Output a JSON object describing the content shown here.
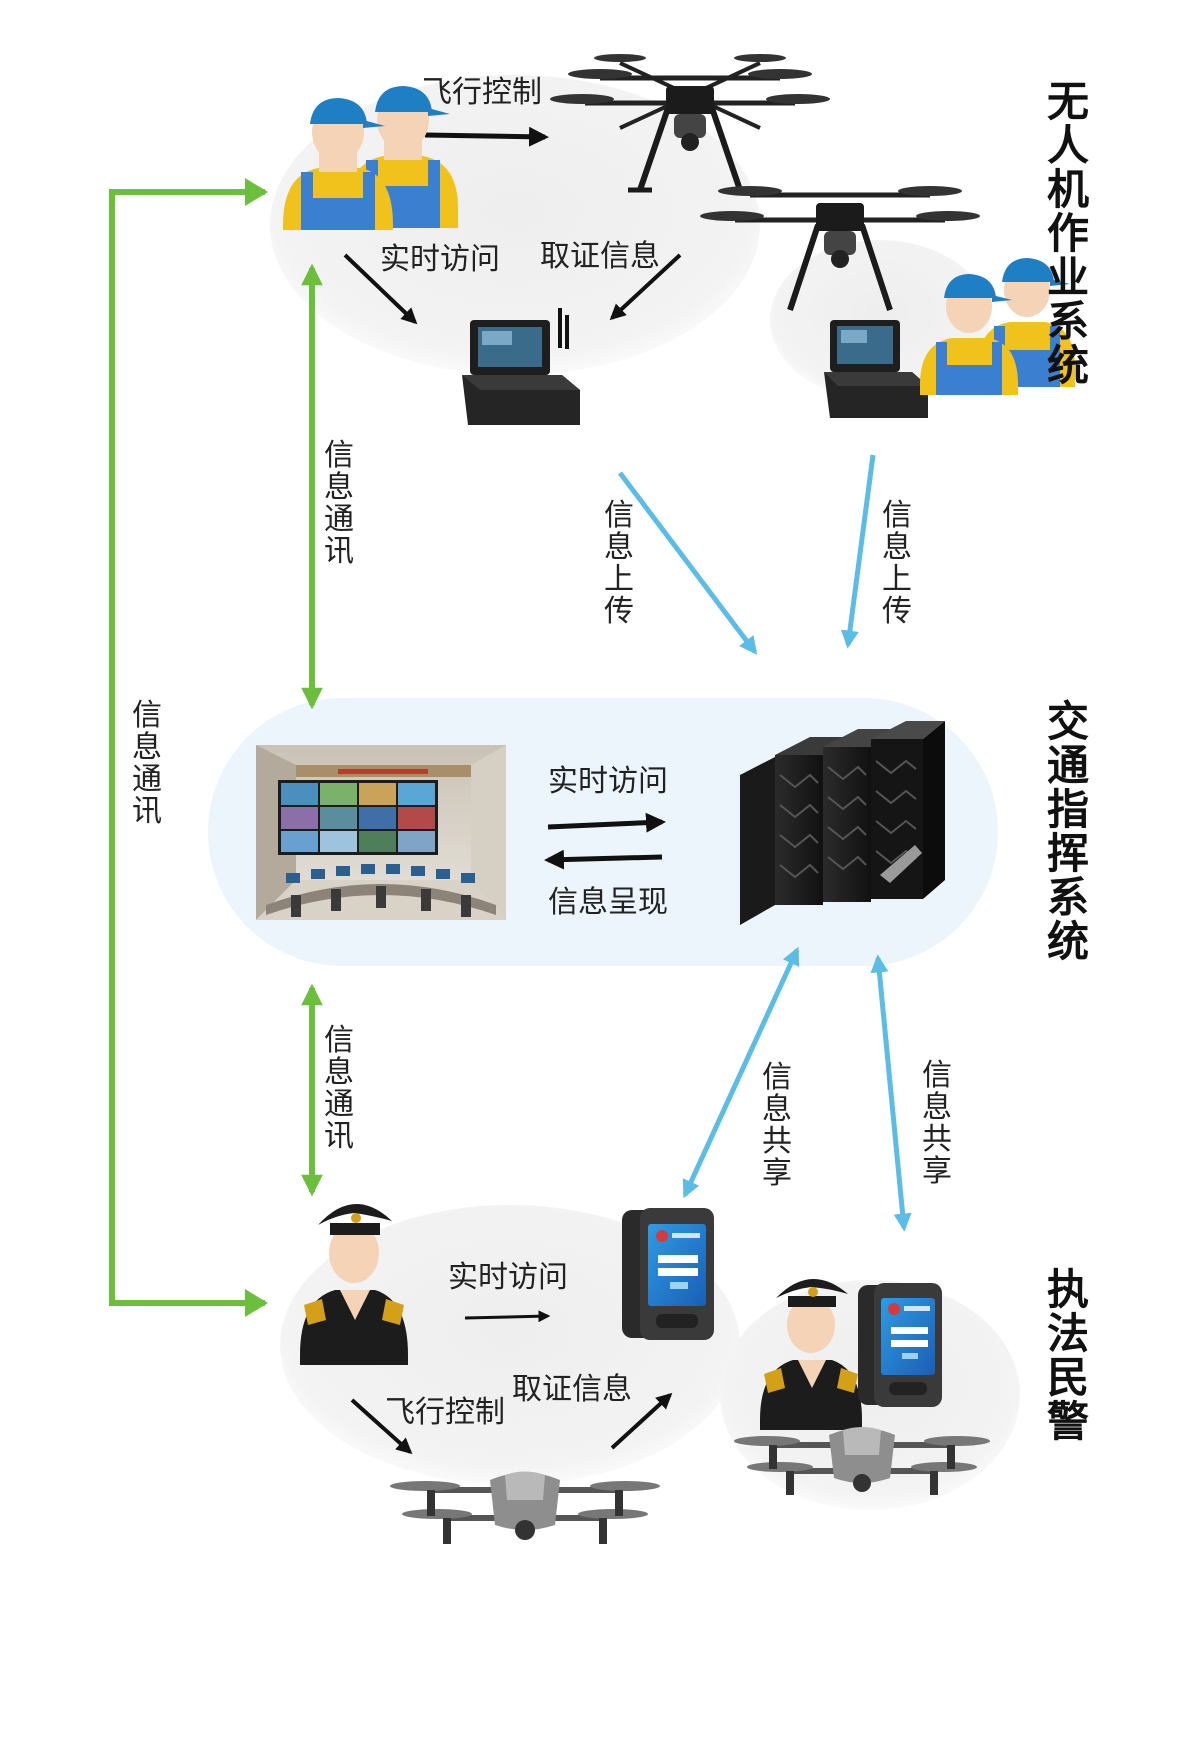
{
  "sections": {
    "uav": {
      "title": "无人机作业系统"
    },
    "command": {
      "title": "交通指挥系统"
    },
    "police": {
      "title": "执法民警"
    }
  },
  "labels": {
    "flight_control": "飞行控制",
    "realtime_access": "实时访问",
    "evidence_info": "取证信息",
    "info_comm": "信息通讯",
    "info_upload": "信息上传",
    "info_present": "信息呈现",
    "info_share": "信息共享"
  },
  "colors": {
    "green": "#6cbf3c",
    "blue": "#5bbde6",
    "black": "#111111",
    "cap_blue": "#1f7fc4",
    "overall_yellow": "#f1c21b",
    "overall_blue": "#3b7fd0",
    "police_dark": "#1c1c1c",
    "panel_light": "#eef6fc",
    "ellipse_gray": "#efefef"
  }
}
